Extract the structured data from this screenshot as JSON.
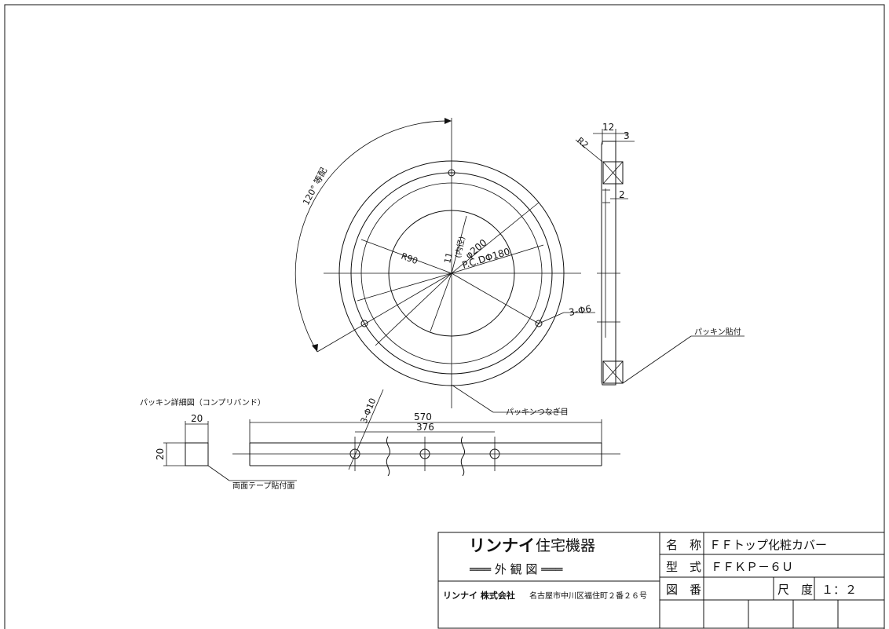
{
  "front_view": {
    "radius_label": "R90",
    "inner_dia_label": "φ200",
    "inner_note": "(内径)",
    "pcd_label": "P.C.DΦ180",
    "hole_label": "3-Φ6",
    "small_dim": "11",
    "angle_label": "120° 等配"
  },
  "side_view": {
    "dim_12": "12",
    "dim_3": "3",
    "dim_r2": "R2",
    "dim_2": "2",
    "packing_note": "パッキン貼付"
  },
  "joint_note": "パッキンつなぎ目",
  "packing_detail": {
    "title": "パッキン詳細図（コンプリバンド）",
    "width": "20",
    "height": "20",
    "tape_note": "両面テープ貼付面",
    "length": "570",
    "hole_pitch": "376",
    "hole_label": "3-Φ10"
  },
  "title_block": {
    "brand": "リンナイ",
    "brand_sub": "住宅機器",
    "view_type": "═══ 外 観 図 ═══",
    "company": "リンナイ 株式会社",
    "address": "名古屋市中川区福住町２番２６号",
    "name_label": "名　称",
    "name_value": "ＦＦトップ化粧カバー",
    "model_label": "型　式",
    "model_value": "ＦＦＫＰ－６Ｕ",
    "drawing_no_label": "図　番",
    "scale_label": "尺　度",
    "scale_value": "１：２"
  }
}
